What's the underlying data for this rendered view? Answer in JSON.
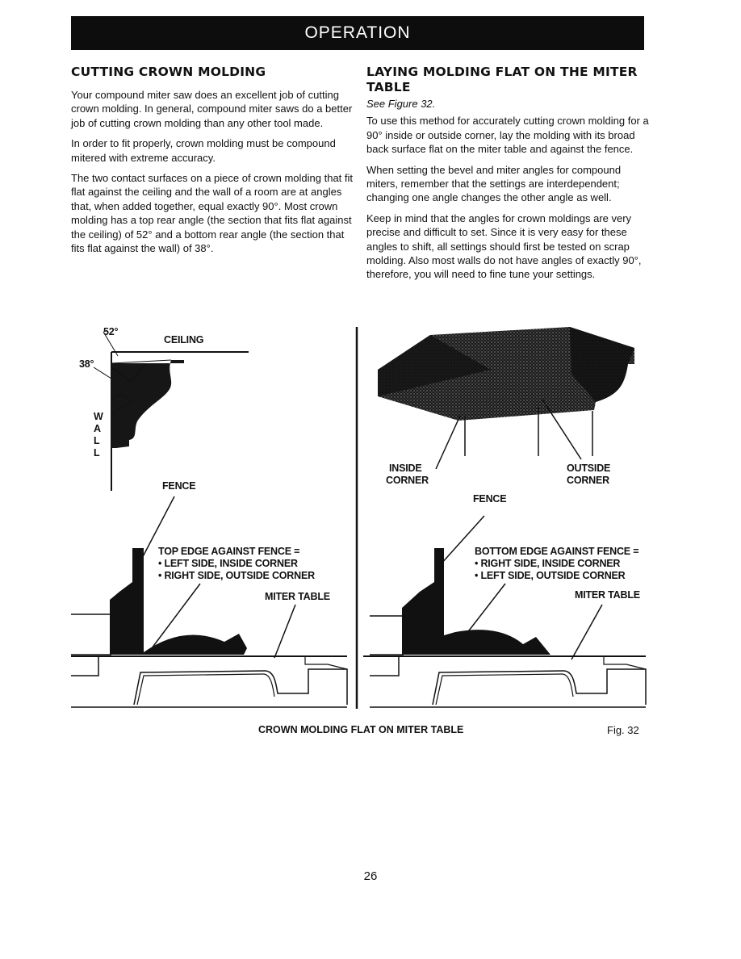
{
  "header": {
    "title": "OPERATION"
  },
  "left": {
    "heading": "CUTTING CROWN MOLDING",
    "paragraphs": [
      "Your compound miter saw does an excellent job of cutting crown molding. In general, compound miter saws do a better job of cutting crown molding than any other tool made.",
      "In order to fit properly, crown molding must be compound mitered with extreme accuracy.",
      "The two contact surfaces on a piece of crown molding that fit flat against the ceiling and the wall of a room are at angles that, when added together, equal exactly 90°. Most crown molding has a top rear angle (the section that fits flat against the ceiling) of 52° and a bottom rear angle (the section that fits flat against the wall) of 38°."
    ]
  },
  "right": {
    "heading": "LAYING MOLDING FLAT ON THE MITER TABLE",
    "ref": "See Figure 32.",
    "paragraphs": [
      "To use this method for accurately cutting crown molding for a 90° inside or outside corner, lay the molding with its broad back surface flat on the miter table and against the fence.",
      "When setting the bevel and miter angles for compound miters, remember that the settings are interdependent; changing one angle changes the other angle as well.",
      "Keep in mind that the angles for crown moldings are very precise and difficult to set. Since it is very easy for these angles to shift, all settings should first be tested on scrap molding. Also most walls do not have angles of exactly 90°, therefore, you will need to fine tune your settings."
    ]
  },
  "figure": {
    "angle_top": "52°",
    "angle_bottom": "38°",
    "ceiling": "CEILING",
    "wall_letters": [
      "W",
      "A",
      "L",
      "L"
    ],
    "fence_left": "FENCE",
    "left_note": {
      "line1": "TOP EDGE AGAINST FENCE =",
      "line2": "• LEFT SIDE, INSIDE CORNER",
      "line3": "• RIGHT SIDE, OUTSIDE CORNER"
    },
    "miter_table_left": "MITER TABLE",
    "inside_corner": [
      "INSIDE",
      "CORNER"
    ],
    "outside_corner": [
      "OUTSIDE",
      "CORNER"
    ],
    "fence_right": "FENCE",
    "right_note": {
      "line1": "BOTTOM EDGE AGAINST FENCE =",
      "line2": "• RIGHT SIDE, INSIDE CORNER",
      "line3": "• LEFT SIDE, OUTSIDE CORNER"
    },
    "miter_table_right": "MITER TABLE"
  },
  "caption": "CROWN MOLDING FLAT ON MITER TABLE",
  "fig_label": "Fig. 32",
  "page_number": "26"
}
